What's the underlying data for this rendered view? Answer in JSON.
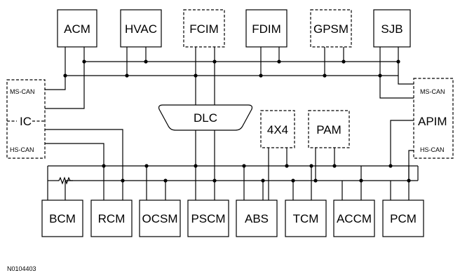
{
  "diagram": {
    "top_modules": [
      "ACM",
      "HVAC",
      "FCIM",
      "FDIM",
      "GPSM",
      "SJB"
    ],
    "bottom_modules": [
      "BCM",
      "RCM",
      "OCSM",
      "PSCM",
      "ABS",
      "TCM",
      "ACCM",
      "PCM"
    ],
    "mid_modules": [
      "4X4",
      "PAM"
    ],
    "connector": "DLC",
    "ic": {
      "label": "IC",
      "ms_can": "MS-CAN",
      "hs_can": "HS-CAN"
    },
    "apim": {
      "label": "APIM",
      "ms_can": "MS-CAN",
      "hs_can": "HS-CAN"
    },
    "reference": "N0104403"
  }
}
